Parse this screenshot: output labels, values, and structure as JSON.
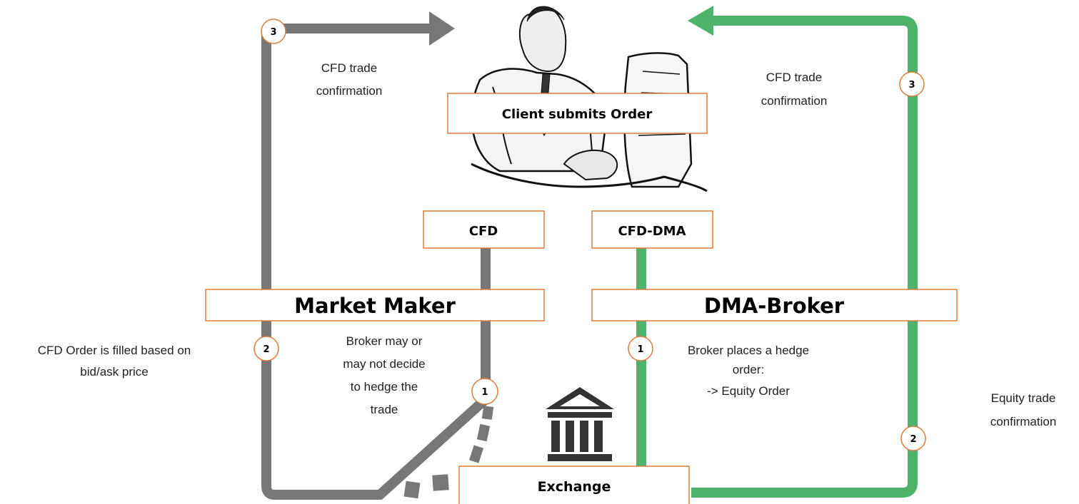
{
  "diagram": {
    "boxes": {
      "client": "Client submits Order",
      "cfd": "CFD",
      "cfd_dma": "CFD-DMA",
      "market_maker": "Market Maker",
      "dma_broker": "DMA-Broker",
      "exchange": "Exchange"
    },
    "notes": {
      "left_top_line1": "CFD trade",
      "left_top_line2": "confirmation",
      "right_top_line1": "CFD trade",
      "right_top_line2": "confirmation",
      "left_mid_line1": "CFD Order is filled based on",
      "left_mid_line2": "bid/ask price",
      "mm_line1": "Broker may or",
      "mm_line2": "may not decide",
      "mm_line3": "to hedge the",
      "mm_line4": "trade",
      "dma_line1": "Broker places a hedge",
      "dma_line2": "order:",
      "dma_line3": "-> Equity Order",
      "equity_line1": "Equity trade",
      "equity_line2": "confirmation"
    },
    "badges": {
      "left_3": "3",
      "left_2": "2",
      "left_1": "1",
      "right_3": "3",
      "right_2": "2",
      "right_1": "1"
    },
    "icons": {
      "person": "person-at-computer-icon",
      "exchange": "bank-building-icon"
    },
    "colors": {
      "market_maker_path": "#777777",
      "dma_path": "#4db36a",
      "box_border": "#e07b39"
    }
  }
}
